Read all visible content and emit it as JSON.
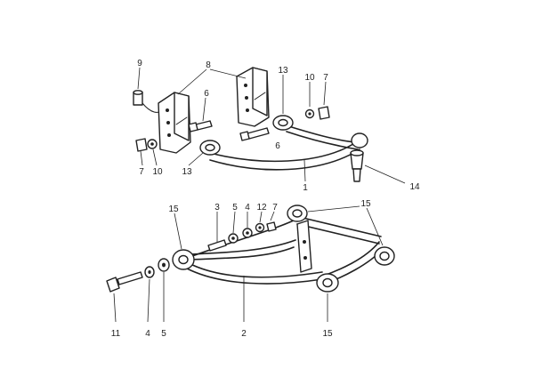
{
  "callouts": [
    {
      "id": "c9",
      "text": "9"
    },
    {
      "id": "c8",
      "text": "8"
    },
    {
      "id": "c13a",
      "text": "13"
    },
    {
      "id": "c10a",
      "text": "10"
    },
    {
      "id": "c7a",
      "text": "7"
    },
    {
      "id": "c6a",
      "text": "6"
    },
    {
      "id": "c6b",
      "text": "6"
    },
    {
      "id": "c7b",
      "text": "7"
    },
    {
      "id": "c10b",
      "text": "10"
    },
    {
      "id": "c13b",
      "text": "13"
    },
    {
      "id": "c1",
      "text": "1"
    },
    {
      "id": "c14",
      "text": "14"
    },
    {
      "id": "c15a",
      "text": "15"
    },
    {
      "id": "c3",
      "text": "3"
    },
    {
      "id": "c5a",
      "text": "5"
    },
    {
      "id": "c4a",
      "text": "4"
    },
    {
      "id": "c12",
      "text": "12"
    },
    {
      "id": "c7c",
      "text": "7"
    },
    {
      "id": "c15b",
      "text": "15"
    },
    {
      "id": "c11",
      "text": "11"
    },
    {
      "id": "c4b",
      "text": "4"
    },
    {
      "id": "c5b",
      "text": "5"
    },
    {
      "id": "c2",
      "text": "2"
    },
    {
      "id": "c15c",
      "text": "15"
    }
  ]
}
